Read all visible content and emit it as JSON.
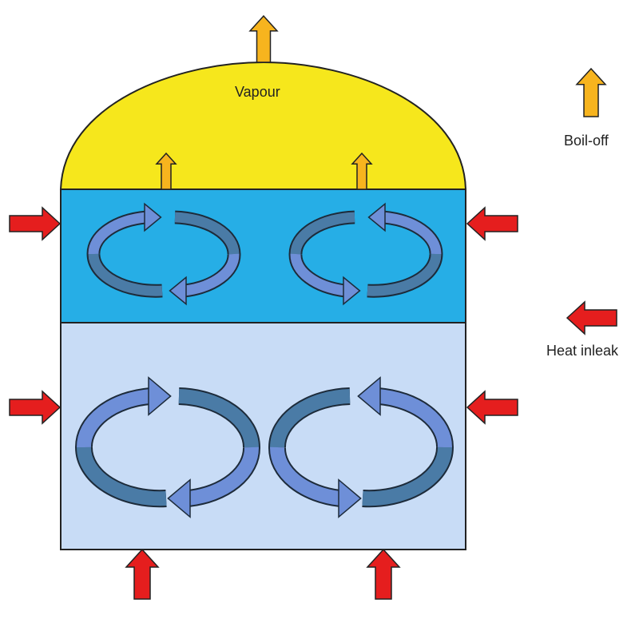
{
  "diagram": {
    "vapour_label": "Vapour",
    "legend": {
      "boil_off_label": "Boil-off",
      "heat_inleak_label": "Heat inleak"
    }
  },
  "colors": {
    "vapour": "#f6e71c",
    "upper_liquid": "#26aee6",
    "lower_liquid": "#c8dcf6",
    "heat_arrow": "#e51e1e",
    "boil_off_arrow": "#f7b41e",
    "circulation_light": "#6e8fd8",
    "circulation_dark": "#4a7ba6"
  }
}
